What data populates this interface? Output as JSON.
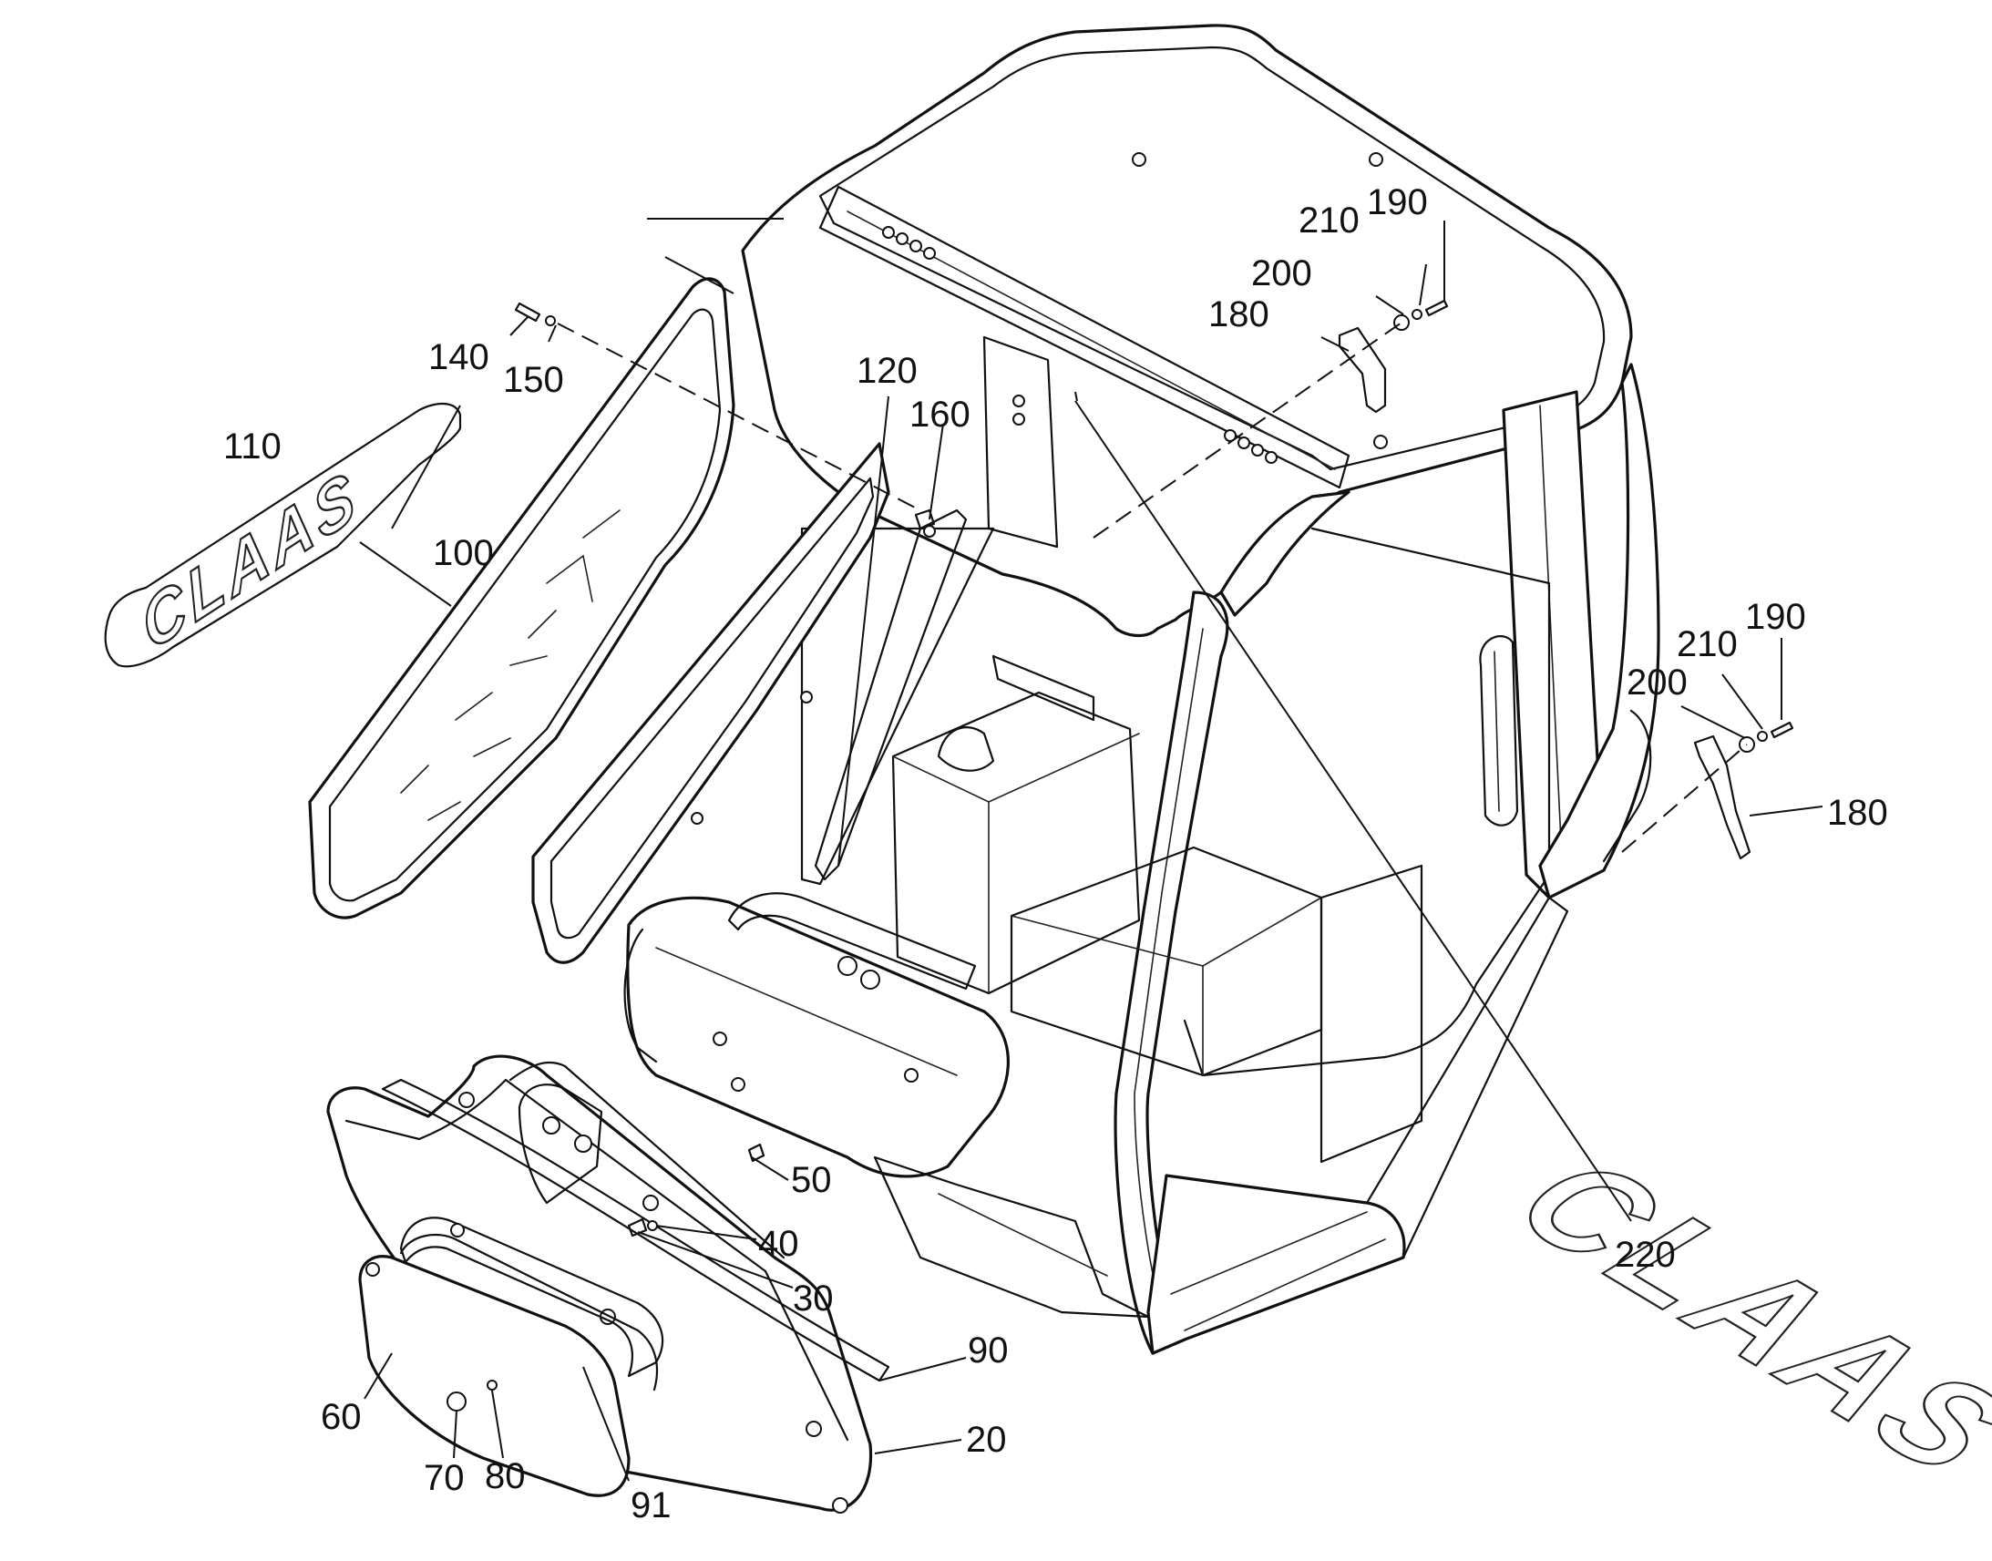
{
  "callouts": {
    "c20": "20",
    "c30": "30",
    "c40": "40",
    "c50": "50",
    "c60": "60",
    "c70": "70",
    "c80": "80",
    "c90": "90",
    "c91": "91",
    "c100": "100",
    "c110": "110",
    "c120": "120",
    "c140": "140",
    "c150": "150",
    "c160": "160",
    "c180_top": "180",
    "c190_top": "190",
    "c200_top": "200",
    "c210_top": "210",
    "c180_right": "180",
    "c190_right": "190",
    "c200_right": "200",
    "c210_right": "210",
    "c220": "220"
  },
  "logos": {
    "small_decal": "CLAAS",
    "large_decal": "CLAAS"
  }
}
